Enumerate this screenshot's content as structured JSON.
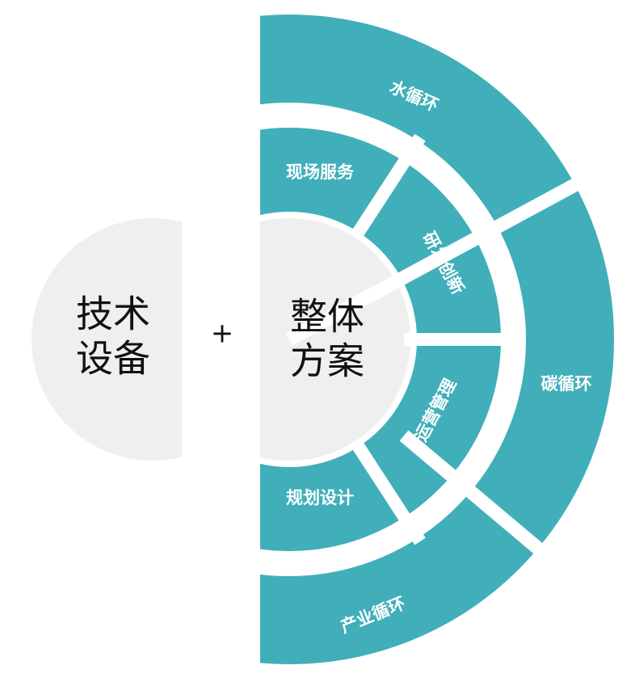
{
  "colors": {
    "teal": "#40afba",
    "gray": "#efefef",
    "text_dark": "#111111",
    "text_light": "#ffffff"
  },
  "left": {
    "line1": "技术",
    "line2": "设备"
  },
  "plus": "+",
  "center": {
    "line1": "整体",
    "line2": "方案"
  },
  "inner_ring": [
    "现场服务",
    "研发创新",
    "运营管理",
    "规划设计"
  ],
  "outer_ring": [
    "水循环",
    "碳循环",
    "产业循环"
  ]
}
